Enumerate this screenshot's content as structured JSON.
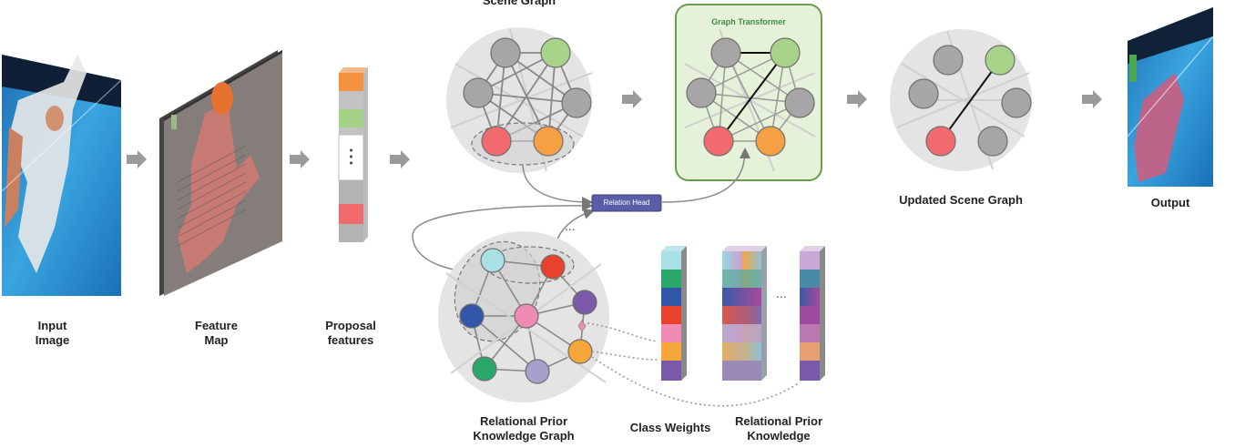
{
  "labels": {
    "input_image": "Input\nImage",
    "feature_map": "Feature\nMap",
    "proposal_features": "Proposal\nfeatures",
    "scene_graph": "Scene Graph",
    "graph_transformer": "Graph Transformer",
    "updated_scene_graph": "Updated Scene Graph",
    "output": "Output",
    "relation_head": "Relation Head",
    "prior_graph": "Relational Prior\nKnowledge Graph",
    "class_weights": "Class Weights",
    "relational_prior": "Relational Prior\nKnowledge",
    "ellipsis": "..."
  },
  "colors": {
    "node_gray": "#a7a5a5",
    "node_green": "#a8d48a",
    "node_red": "#f06a6e",
    "node_orange": "#f7a043",
    "graph_bg": "#e4e4e4",
    "transformer_bg": "#e5f2d9",
    "transformer_border": "#6a9c4a",
    "relation_head": "#5a5ea8",
    "prior_cyan": "#a9e0e6",
    "prior_red": "#e8412e",
    "prior_blue": "#3456a8",
    "prior_pink": "#f08cb4",
    "prior_purple": "#7a5aa8",
    "prior_orange": "#f7a63a",
    "prior_green": "#2aa86a",
    "prior_lavender": "#a6a0cc",
    "court_blue": "#2a8fd0"
  }
}
